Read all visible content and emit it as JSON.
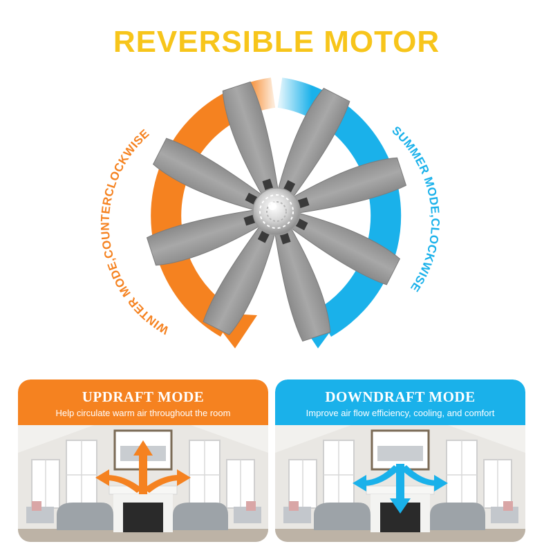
{
  "title": "REVERSIBLE MOTOR",
  "diagram": {
    "winter_label": "WINTER MODE,COUNTERCLOCKWISE",
    "summer_label": "SUMMER MODE,CLOCKWISE"
  },
  "panels": [
    {
      "title": "UPDRAFT MODE",
      "subtitle": "Help circulate warm air throughout the room"
    },
    {
      "title": "DOWNDRAFT MODE",
      "subtitle": "Improve air flow efficiency, cooling, and comfort"
    }
  ],
  "colors": {
    "title": "#f7c51b",
    "winter_orange": "#f58220",
    "summer_blue": "#1ab1ea",
    "blade_gray": "#9a9a9a"
  },
  "icons": [
    "counterclockwise-arrow-icon",
    "clockwise-arrow-icon",
    "updraft-arrows-icon",
    "downdraft-arrows-icon"
  ]
}
